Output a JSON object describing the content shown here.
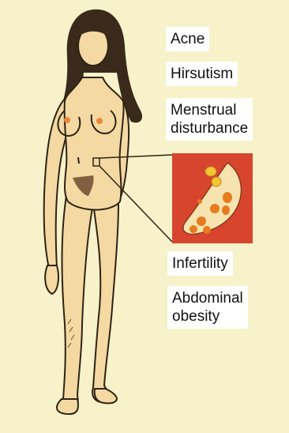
{
  "labels": {
    "acne": "Acne",
    "hirsutism": "Hirsutism",
    "menstrual_line1": "Menstrual",
    "menstrual_line2": "disturbance",
    "infertility": "Infertility",
    "obesity_line1": "Abdominal",
    "obesity_line2": "obesity"
  },
  "colors": {
    "background": "#f7f2c9",
    "skin": "#f4d9a3",
    "outline": "#2e2415",
    "hair": "#3a2a1c",
    "nipple": "#e8893a",
    "inset_bg": "#d8452f",
    "ovary": "#f6e3b0",
    "follicle": "#e57c1f",
    "follicle_light": "#f2c633"
  },
  "icons": {
    "figure": "female-body-illustration",
    "inset": "polycystic-ovary-cross-section"
  }
}
